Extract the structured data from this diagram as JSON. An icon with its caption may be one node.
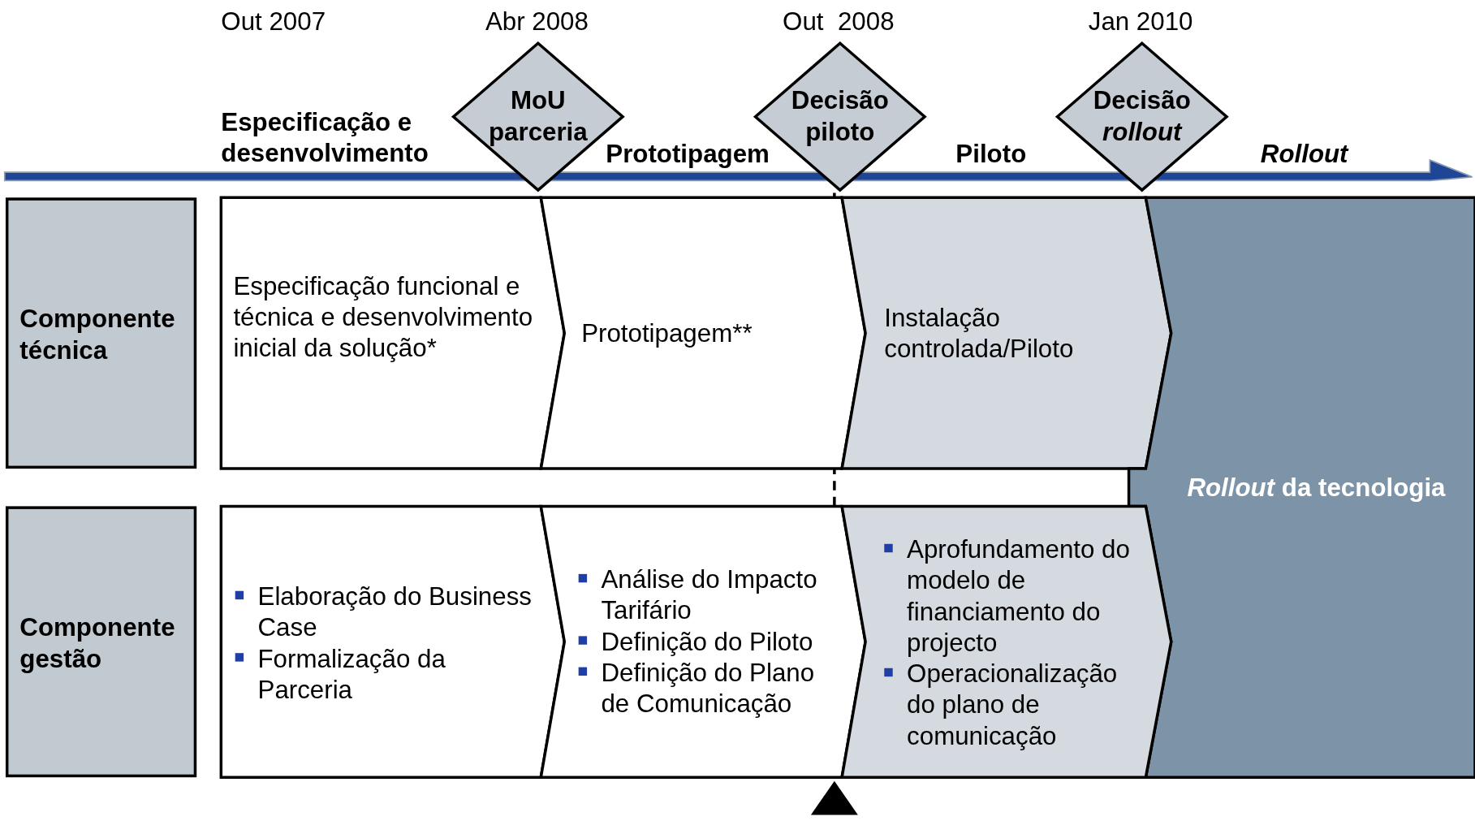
{
  "diagram": {
    "nodes": [
      {
        "text": [
          "MoU parceria"
        ]
      },
      {
        "text": [
          "Decisão piloto"
        ]
      },
      {
        "text": [
          "Decisão *rollout*"
        ]
      },
      {
        "text": [
          "Componente técnica"
        ]
      },
      {
        "text": [
          "Especificação funcional e técnica e desenvolvimento inicial da solução*"
        ]
      },
      {
        "text": [
          "Prototipagem**"
        ]
      },
      {
        "text": [
          "Instalação controlada/Piloto"
        ]
      },
      {
        "text": [
          "*Rollout* da tecnologia"
        ]
      },
      {
        "text": [
          "Componente gestão"
        ]
      },
      {
        "text": [
          "Elaboração do Business Case",
          "Formalização da Parceria"
        ]
      },
      {
        "text": [
          "Análise do Impacto Tarifário",
          "Definição do Piloto",
          "Definição do Plano de Comunicação"
        ]
      },
      {
        "text": [
          "Aprofundamento do modelo de financiamento do projecto",
          "Operacionalização do plano de comunicação"
        ]
      }
    ],
    "labels": [
      "Out 2007",
      "Abr 2008",
      "Out  2008",
      "Jan 2010",
      "Especificação e desenvolvimento",
      "Prototipagem",
      "Piloto",
      "Rollout"
    ]
  }
}
